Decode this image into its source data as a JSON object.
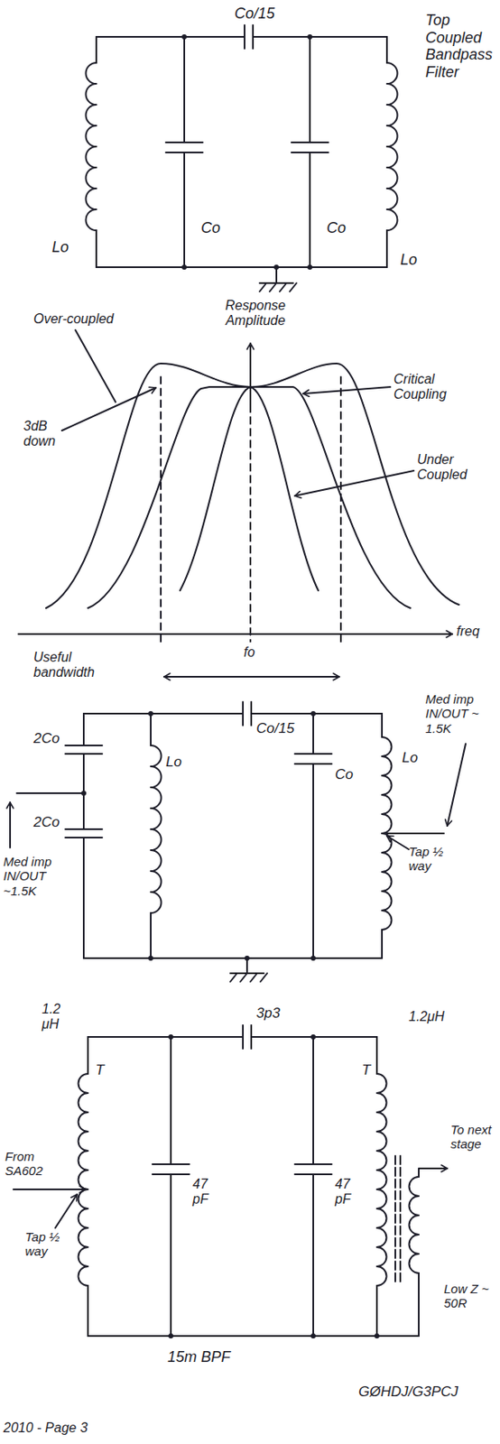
{
  "diagram": {
    "labels": [
      "Co/15",
      "Top Coupled Bandpass Filter",
      "Lo",
      "Co",
      "Co",
      "Lo",
      "Response Amplitude",
      "Over-coupled",
      "3dB down",
      "Critical Coupling",
      "Under Coupled",
      "freq",
      "fo",
      "Useful bandwidth",
      "Co/15",
      "2Co",
      "2Co",
      "Lo",
      "Co",
      "Med imp IN/OUT ~ 1.5K",
      "Lo",
      "Tap ½ way",
      "Med imp IN/OUT ~1.5K",
      "1.2 μH",
      "3p3",
      "T",
      "From SA602",
      "Tap ½ way",
      "47 pF",
      "1.2μH",
      "T",
      "47 pF",
      "To next stage",
      "Low Z ~ 50R",
      "15m BPF",
      "GØHDJ/G3PCJ",
      "2010 - Page 3"
    ]
  }
}
